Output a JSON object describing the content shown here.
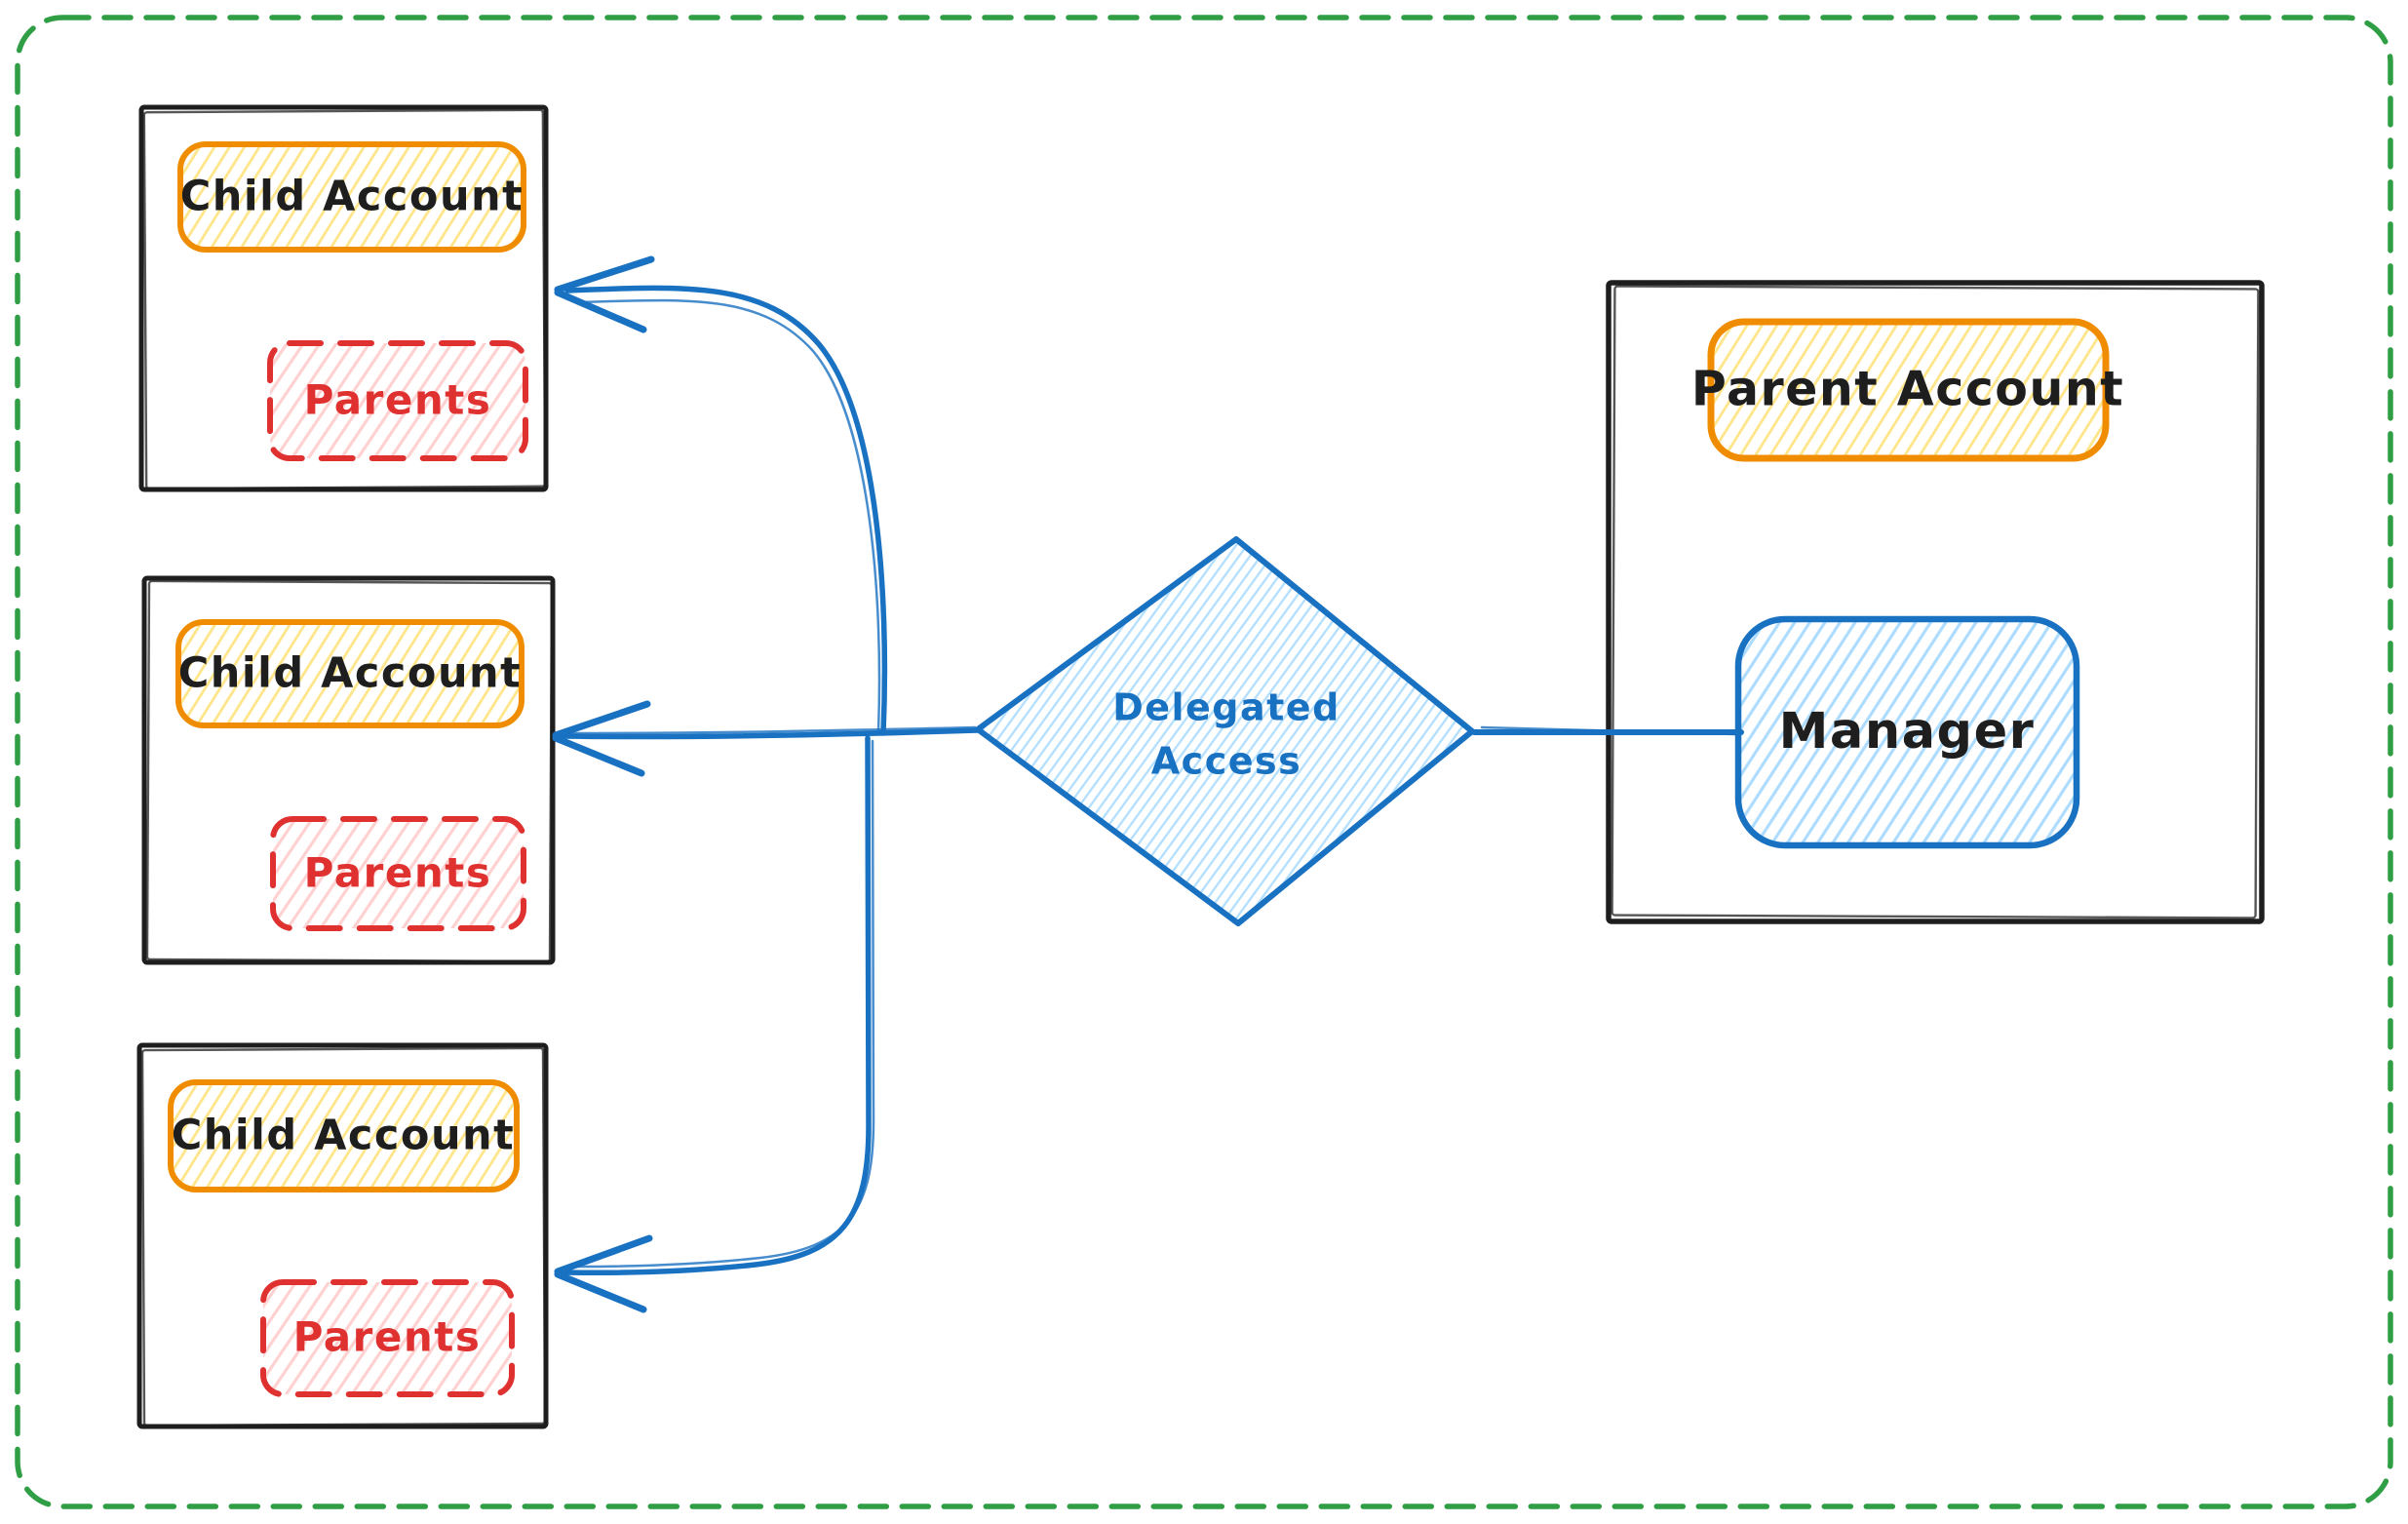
{
  "diagram": {
    "colors": {
      "frame_green": "#2f9e44",
      "ink_black": "#1e1e1e",
      "accent_orange": "#f08c00",
      "accent_red": "#e03131",
      "accent_blue": "#1971c2",
      "hatch_yellow": "#ffd43b",
      "hatch_pink": "#ffc9c9",
      "hatch_light_blue": "#a5d8ff"
    },
    "child_accounts": [
      {
        "title": "Child Account",
        "members_label": "Parents"
      },
      {
        "title": "Child Account",
        "members_label": "Parents"
      },
      {
        "title": "Child Account",
        "members_label": "Parents"
      }
    ],
    "decision": {
      "label_line1": "Delegated",
      "label_line2": "Access"
    },
    "parent_account": {
      "title": "Parent Account",
      "manager_label": "Manager"
    }
  }
}
